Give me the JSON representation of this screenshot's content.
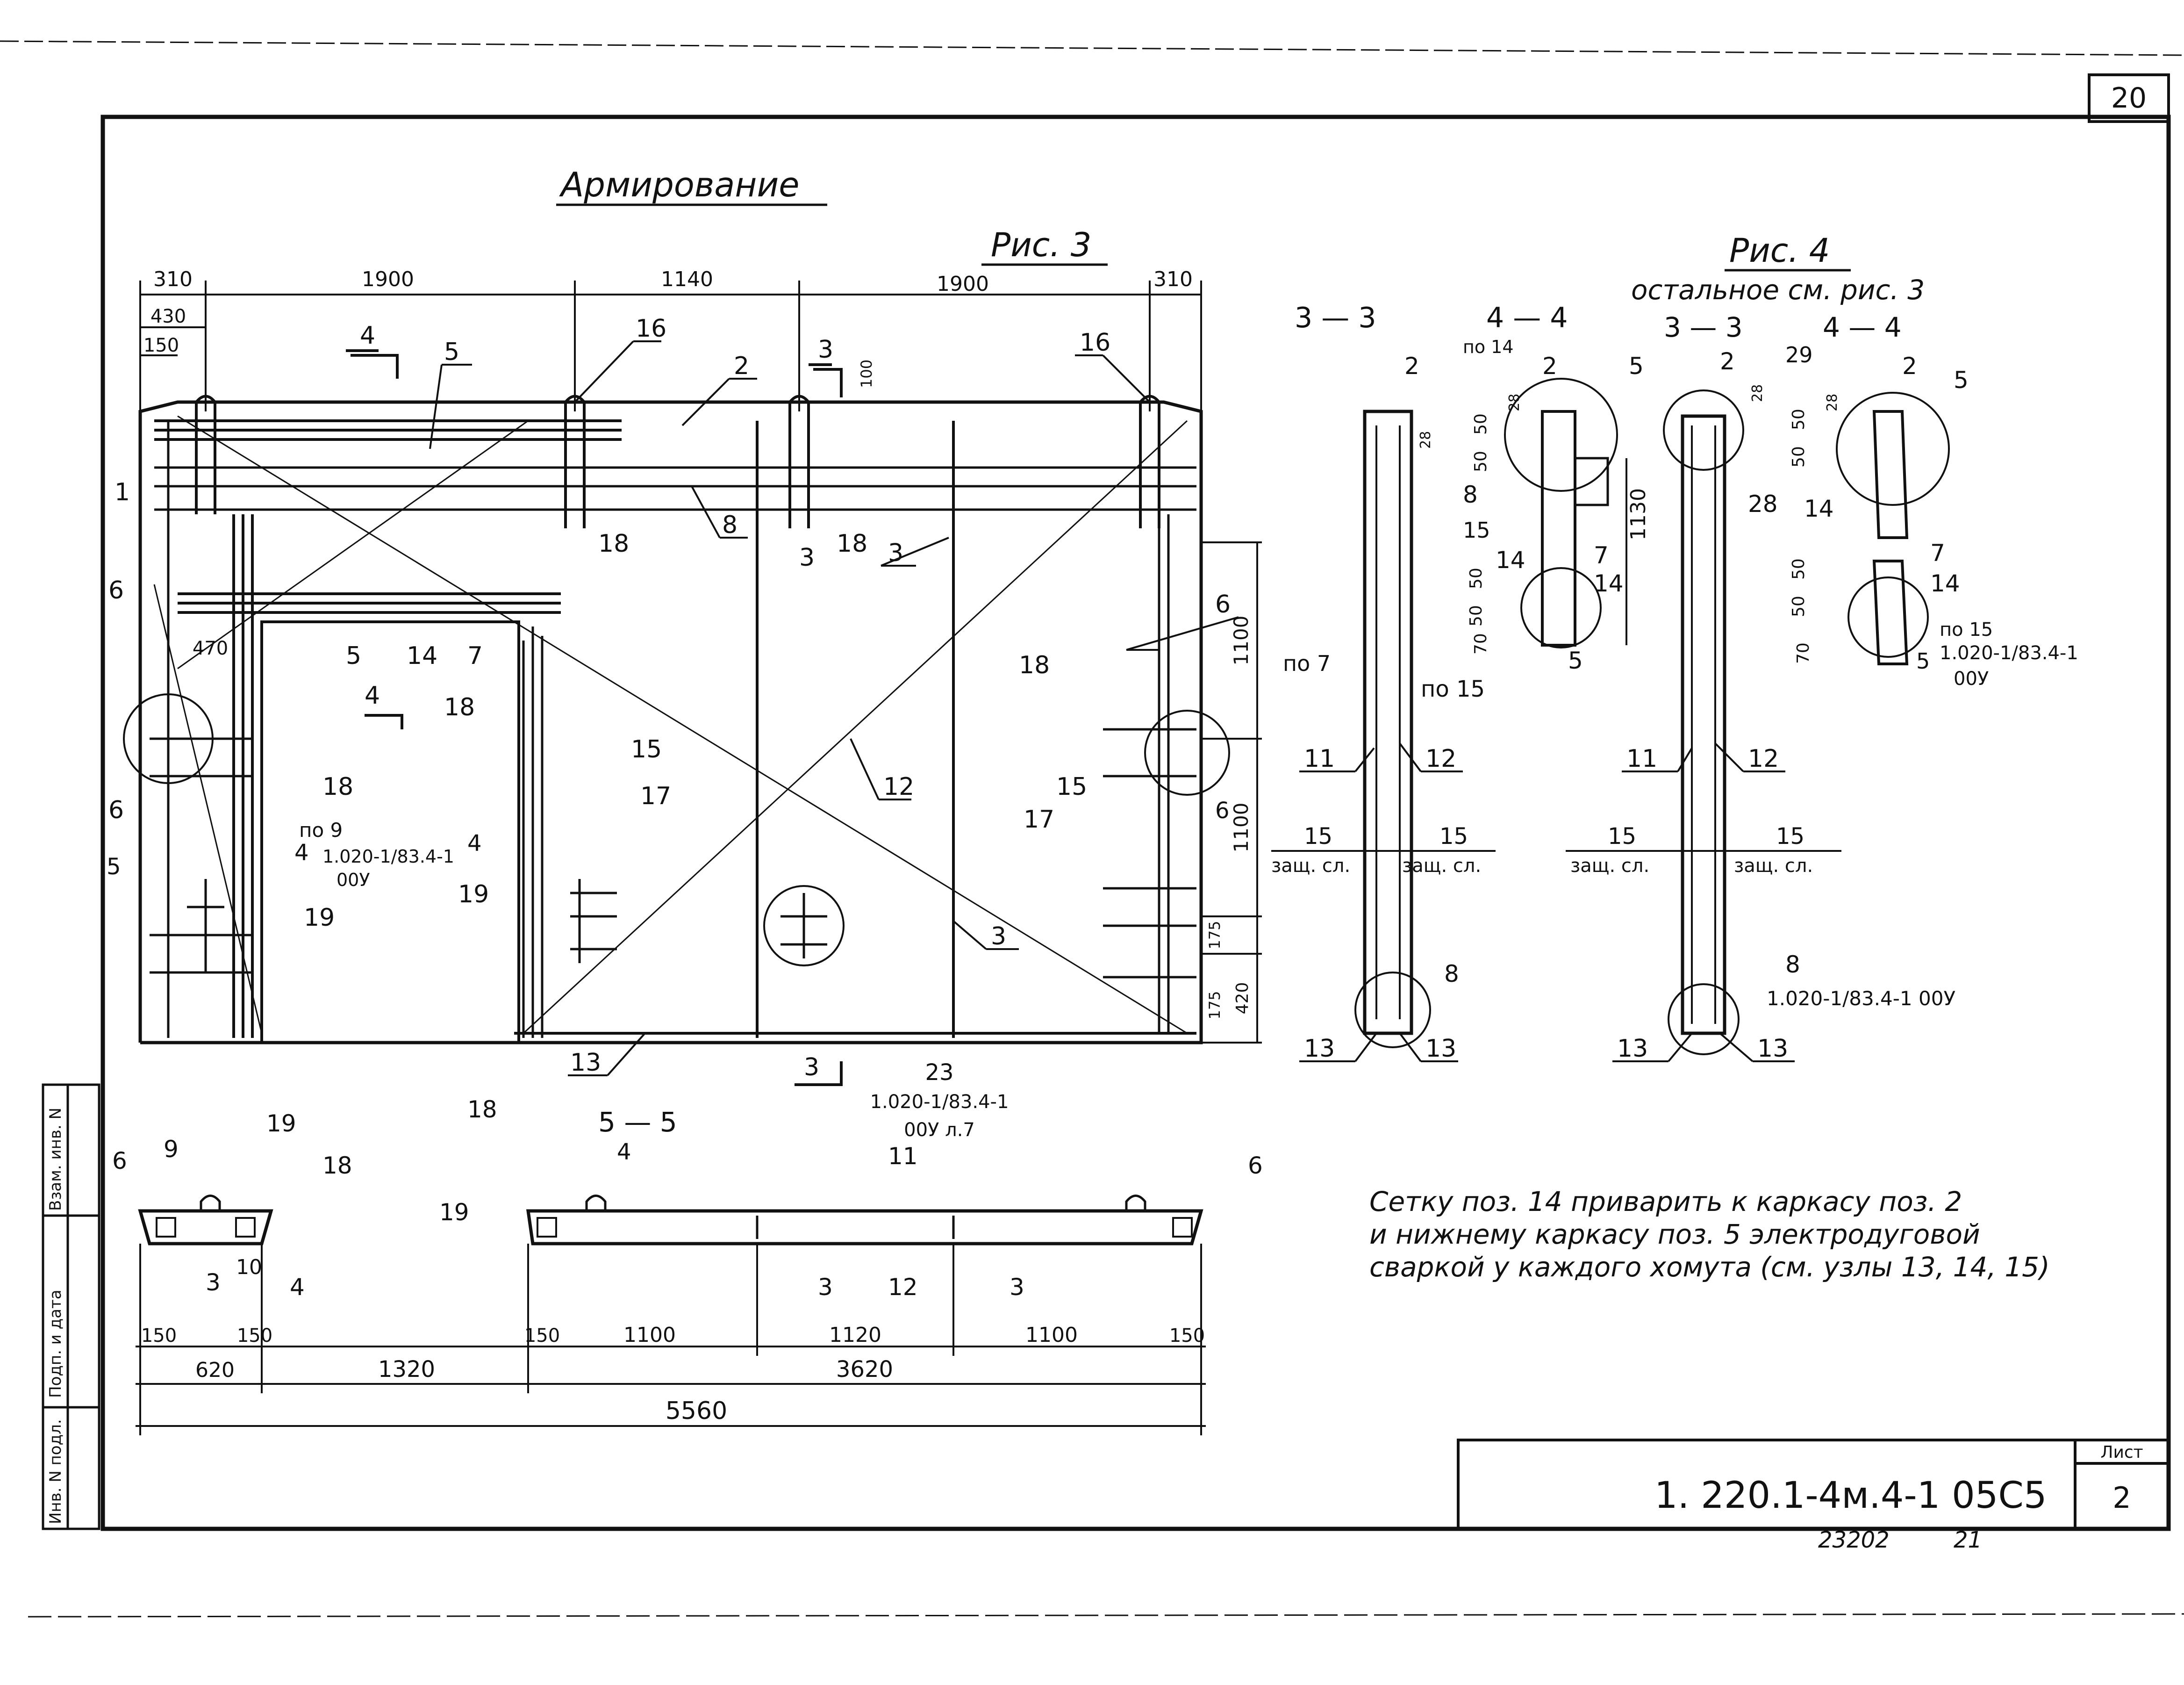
{
  "sheet": {
    "corner_number": "20",
    "title": "Армирование",
    "fig3_label": "Рис. 3",
    "fig4_label": "Рис. 4",
    "fig4_note": "остальное см. рис. 3",
    "code": "1. 220.1-4м.4-1  05С5",
    "list_label": "Лист",
    "list_no": "2",
    "stamp_number": "23202",
    "stamp_page": "21",
    "side_labels": [
      "Инв. N подл.",
      "Подп. и дата",
      "Взам. инв. N"
    ],
    "note_lines": [
      "Сетку поз. 14 приварить к каркасу поз. 2",
      "и нижнему каркасу поз. 5 электродуговой",
      "сваркой у каждого хомута (см. узлы 13, 14, 15)"
    ]
  },
  "fig3": {
    "top_dims": [
      "310",
      "1900",
      "1140",
      "1900",
      "310"
    ],
    "left_dims": [
      "430",
      "150"
    ],
    "inner_dims": [
      "470"
    ],
    "right_dims": [
      "1100",
      "1100",
      "175",
      "420",
      "175"
    ],
    "small_dim": "100",
    "section_marks": [
      {
        "name": "4",
        "pos": "top-left"
      },
      {
        "name": "3",
        "pos": "top-center"
      },
      {
        "name": "4",
        "pos": "middle-left"
      },
      {
        "name": "3",
        "pos": "bottom"
      }
    ],
    "refs": {
      "p9": "по 9",
      "p9_doc": "1.020-1/83.4-1",
      "p9_doc2": "00У",
      "p7": "по 7",
      "p23": "23",
      "p23_doc": "1.020-1/83.4-1",
      "p23_doc2": "00У л.7"
    },
    "labels": [
      "1",
      "2",
      "3",
      "3",
      "3",
      "4",
      "4",
      "5",
      "5",
      "5",
      "6",
      "6",
      "6",
      "6",
      "7",
      "8",
      "12",
      "13",
      "14",
      "15",
      "15",
      "16",
      "16",
      "17",
      "17",
      "18",
      "18",
      "18",
      "18",
      "18",
      "19",
      "19"
    ]
  },
  "section33": {
    "title": "3 — 3",
    "title44": "4 — 4",
    "po14": "по 14",
    "po15": "по 15",
    "dims": [
      "28",
      "28",
      "50",
      "50",
      "50",
      "50",
      "70",
      "1130"
    ],
    "labels": [
      "2",
      "2",
      "5",
      "5",
      "8",
      "11",
      "12",
      "13",
      "13",
      "14",
      "14",
      "7",
      "15",
      "8"
    ],
    "zash_left_num": "15",
    "zash_left": "защ. сл.",
    "zash_right_num": "15",
    "zash_right": "защ. сл."
  },
  "section_fig4": {
    "title33": "3 — 3",
    "title44": "4 — 4",
    "po15": "по 15",
    "doc1": "1.020-1/83.4-1",
    "doc1b": "00У",
    "doc2": "1.020-1/83.4-1 00У",
    "dims": [
      "28",
      "28",
      "50",
      "50",
      "50",
      "50",
      "70"
    ],
    "labels": [
      "2",
      "2",
      "5",
      "29",
      "28",
      "14",
      "7",
      "14",
      "5",
      "11",
      "12",
      "8",
      "13",
      "13"
    ],
    "zash_left_num": "15",
    "zash_left": "защ. сл.",
    "zash_right_num": "15",
    "zash_right": "защ. сл."
  },
  "section55": {
    "title": "5 — 5",
    "small_labels": [
      "6",
      "9",
      "19",
      "18",
      "3",
      "10",
      "4",
      "18",
      "4",
      "11",
      "19",
      "6",
      "3",
      "12",
      "3"
    ],
    "dims_small": [
      "150",
      "150",
      "620"
    ],
    "dims_main": [
      "150",
      "1100",
      "1120",
      "1100",
      "150"
    ],
    "dim_gap": "1320",
    "dim_span": "3620",
    "dim_total": "5560"
  }
}
